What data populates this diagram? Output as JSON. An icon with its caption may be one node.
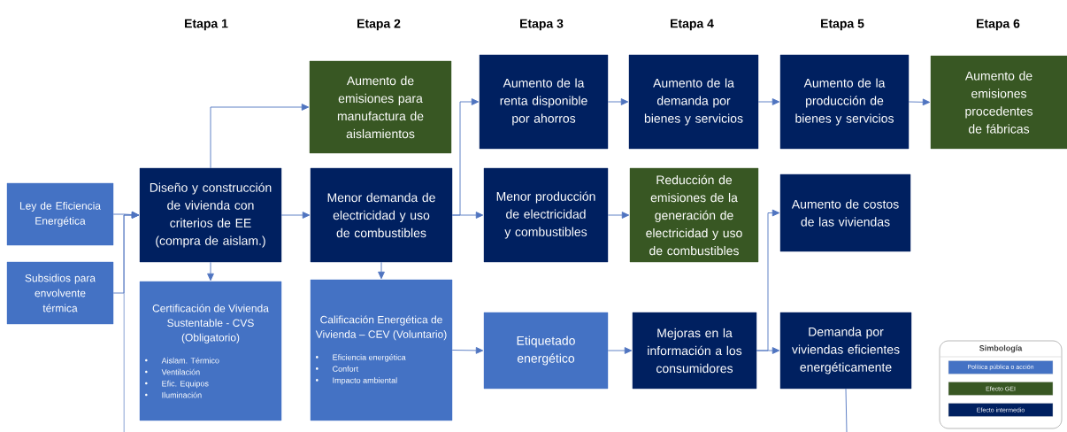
{
  "diagram": {
    "nodes": [
      {
        "text": [
          "Ley de Eficiencia Energética"
        ]
      },
      {
        "text": [
          "Subsidios para envolvente térmica"
        ]
      },
      {
        "text": [
          "Diseño y construcción de vivienda con criterios de EE (compra de aislam.)"
        ]
      },
      {
        "text": [
          "Certificación de Vivienda Sustentable - CVS (Obligatorio)",
          "Aislam. Térmico",
          "Ventilación",
          "Efic. Equipos",
          "Iluminación"
        ]
      },
      {
        "text": [
          "Aumento de emisiones para manufactura de aislamientos"
        ]
      },
      {
        "text": [
          "Menor demanda de electricidad y uso de combustibles"
        ]
      },
      {
        "text": [
          "Calificación Energética de Vivienda – CEV (Voluntario)",
          "Eficiencia energética",
          "Confort",
          "Impacto ambiental"
        ]
      },
      {
        "text": [
          "Aumento de la renta disponible por ahorros"
        ]
      },
      {
        "text": [
          "Menor producción de electricidad y combustibles"
        ]
      },
      {
        "text": [
          "Etiquetado energético"
        ]
      },
      {
        "text": [
          "Aumento de la demanda por bienes y servicios"
        ]
      },
      {
        "text": [
          "Reducción de emisiones de la generación de electricidad y uso de combustibles"
        ]
      },
      {
        "text": [
          "Mejoras en la información a los consumidores"
        ]
      },
      {
        "text": [
          "Aumento de la producción de bienes y servicios"
        ]
      },
      {
        "text": [
          "Aumento de costos de las viviendas"
        ]
      },
      {
        "text": [
          "Demanda por viviendas eficientes energéticamente"
        ]
      },
      {
        "text": [
          "Aumento de emisiones procedentes de fábricas"
        ]
      }
    ],
    "edges": [
      {
        "from": 0,
        "to": 2,
        "arrow": "to"
      },
      {
        "from": 1,
        "to": 2,
        "arrow": "to"
      },
      {
        "from": null,
        "to": 2,
        "arrow": "to"
      },
      {
        "from": 2,
        "to": 4,
        "arrow": "to"
      },
      {
        "from": 2,
        "to": 5,
        "arrow": "to"
      },
      {
        "from": 2,
        "to": 3,
        "arrow": "to"
      },
      {
        "from": 5,
        "to": 7,
        "arrow": "to"
      },
      {
        "from": 5,
        "to": 8,
        "arrow": "to"
      },
      {
        "from": 5,
        "to": 6,
        "arrow": "to"
      },
      {
        "from": 6,
        "to": 9,
        "arrow": "to"
      },
      {
        "from": 7,
        "to": 10,
        "arrow": "to"
      },
      {
        "from": 10,
        "to": 13,
        "arrow": "to"
      },
      {
        "from": 13,
        "to": 16,
        "arrow": "to"
      },
      {
        "from": 8,
        "to": 11,
        "arrow": "to"
      },
      {
        "from": 9,
        "to": 12,
        "arrow": "to"
      },
      {
        "from": 12,
        "to": 15,
        "arrow": "to"
      },
      {
        "from": 12,
        "to": 14,
        "arrow": "to"
      },
      {
        "from": 15,
        "to": null,
        "arrow": "none"
      }
    ],
    "labels": [
      "Etapa 1",
      "Etapa 2",
      "Etapa 3",
      "Etapa 4",
      "Etapa 5",
      "Etapa 6",
      "Simbología"
    ],
    "legend": [
      {
        "text": "Política pública o acción",
        "color": "#4472c4"
      },
      {
        "text": "Efecto GEI",
        "color": "#385723"
      },
      {
        "text": "Efecto intermedio",
        "color": "#002060"
      }
    ]
  }
}
